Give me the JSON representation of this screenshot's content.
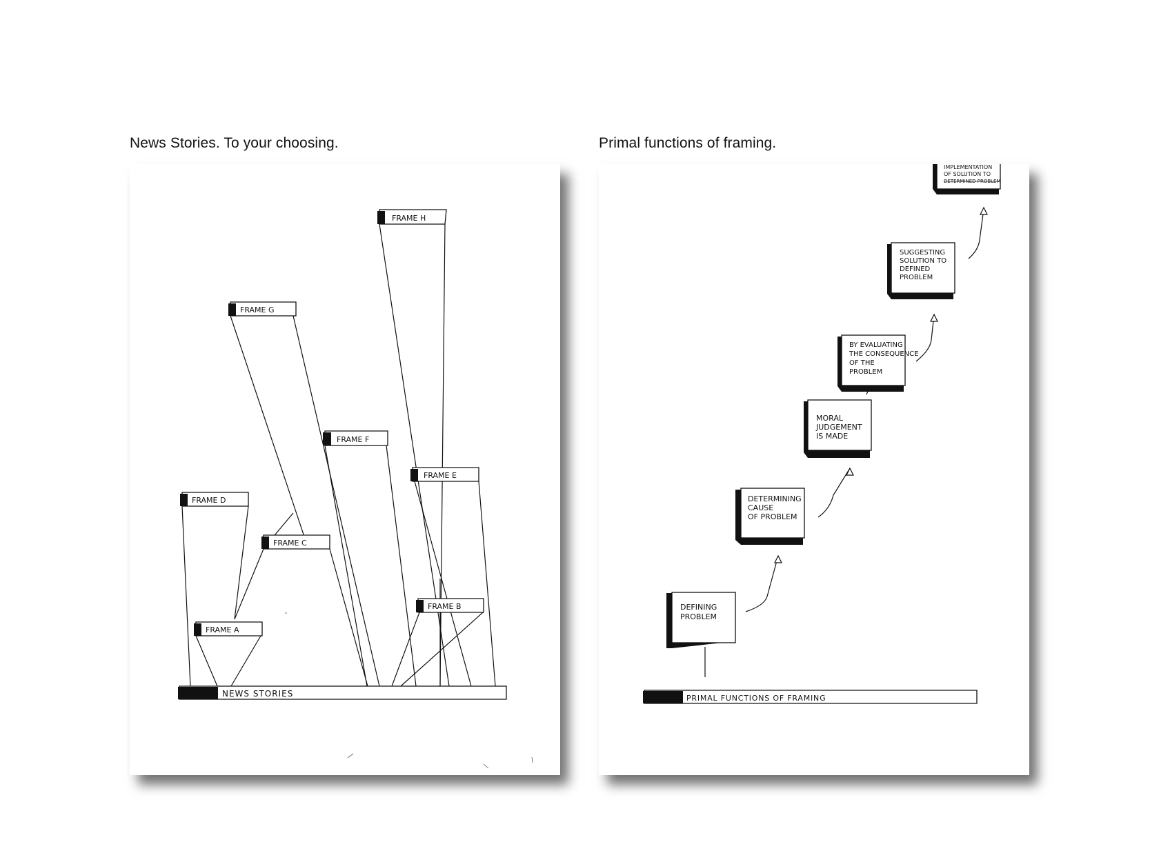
{
  "left": {
    "caption": "News Stories. To your choosing.",
    "base_label": "NEWS STORIES",
    "frames": {
      "h": "FRAME H",
      "g": "FRAME G",
      "f": "FRAME F",
      "e": "FRAME E",
      "d": "FRAME D",
      "c": "FRAME C",
      "b": "FRAME B",
      "a": "FRAME A"
    }
  },
  "right": {
    "caption": "Primal functions of framing.",
    "base_label": "PRIMAL FUNCTIONS OF FRAMING",
    "steps": {
      "s1": [
        "DEFINING",
        "PROBLEM"
      ],
      "s2": [
        "DETERMINING",
        "CAUSE",
        "OF PROBLEM"
      ],
      "s3": [
        "MORAL",
        "JUDGEMENT",
        "IS MADE"
      ],
      "s4": [
        "BY EVALUATING",
        "THE CONSEQUENCE",
        "OF THE",
        "PROBLEM"
      ],
      "s5": [
        "SUGGESTING",
        "SOLUTION TO",
        "DEFINED",
        "PROBLEM"
      ],
      "s6": [
        "IMPLEMENTATION",
        "OF SOLUTION TO",
        "DETERMINED PROBLEM"
      ]
    }
  }
}
